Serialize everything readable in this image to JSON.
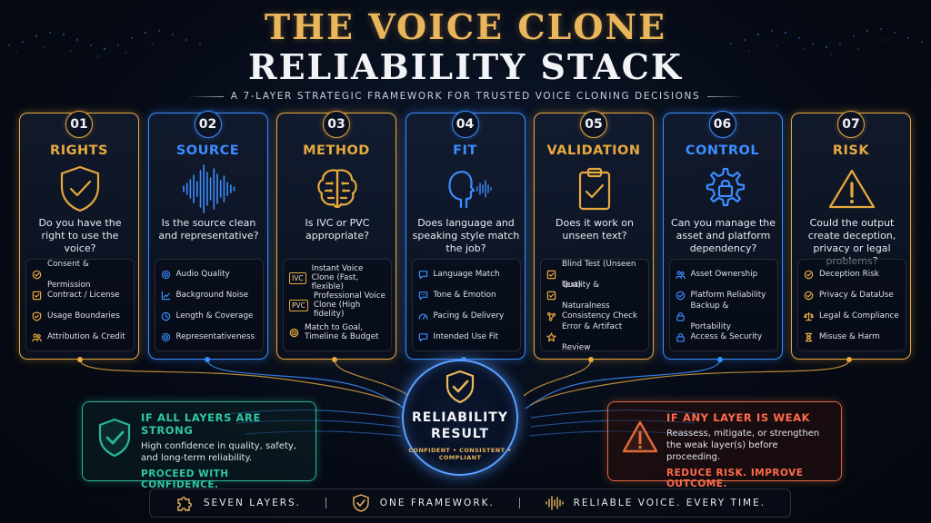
{
  "header": {
    "title_line1": "THE VOICE CLONE",
    "title_line2": "RELIABILITY STACK",
    "subtitle": "A 7-LAYER STRATEGIC FRAMEWORK FOR TRUSTED VOICE CLONING DECISIONS"
  },
  "layers": [
    {
      "num": "01",
      "title": "RIGHTS",
      "color": "#e7a93e",
      "icon": "shield-check-icon",
      "question": "Do you have the right to use the voice?",
      "items": [
        {
          "icon": "badge-check-icon",
          "label": "Consent & Permission"
        },
        {
          "icon": "checkbox-icon",
          "label": "Contract / License"
        },
        {
          "icon": "shield-check-icon",
          "label": "Usage Boundaries"
        },
        {
          "icon": "people-icon",
          "label": "Attribution & Credit"
        }
      ]
    },
    {
      "num": "02",
      "title": "SOURCE",
      "color": "#3c8dff",
      "icon": "waveform-icon",
      "question": "Is the source clean and representative?",
      "items": [
        {
          "icon": "gear-icon",
          "label": "Audio Quality"
        },
        {
          "icon": "chart-icon",
          "label": "Background Noise"
        },
        {
          "icon": "clock-icon",
          "label": "Length & Coverage"
        },
        {
          "icon": "gear-icon",
          "label": "Representativeness"
        }
      ]
    },
    {
      "num": "03",
      "title": "METHOD",
      "color": "#e7a93e",
      "icon": "brain-icon",
      "question": "Is IVC or PVC appropriate?",
      "items": [
        {
          "tag": "IVC",
          "label": "Instant Voice Clone (Fast, flexible)"
        },
        {
          "tag": "PVC",
          "label": "Professional Voice Clone (High fidelity)"
        },
        {
          "icon": "target-icon",
          "label": "Match to Goal, Timeline & Budget"
        }
      ]
    },
    {
      "num": "04",
      "title": "FIT",
      "color": "#3c8dff",
      "icon": "speaking-head-icon",
      "question": "Does language and speaking style match the job?",
      "items": [
        {
          "icon": "chat-icon",
          "label": "Language Match"
        },
        {
          "icon": "dots-icon",
          "label": "Tone & Emotion"
        },
        {
          "icon": "speedometer-icon",
          "label": "Pacing & Delivery"
        },
        {
          "icon": "chat-icon",
          "label": "Intended Use Fit"
        }
      ]
    },
    {
      "num": "05",
      "title": "VALIDATION",
      "color": "#e7a93e",
      "icon": "clipboard-check-icon",
      "question": "Does it work on unseen text?",
      "items": [
        {
          "icon": "checkbox-icon",
          "label": "Blind Test (Unseen Text)"
        },
        {
          "icon": "checkbox-icon",
          "label": "Quality & Naturalness"
        },
        {
          "icon": "nodes-icon",
          "label": "Consistency Check"
        },
        {
          "icon": "star-icon",
          "label": "Error & Artifact Review"
        }
      ]
    },
    {
      "num": "06",
      "title": "CONTROL",
      "color": "#3c8dff",
      "icon": "gear-lock-icon",
      "question": "Can you manage the asset and platform dependency?",
      "items": [
        {
          "icon": "people-icon",
          "label": "Asset Ownership"
        },
        {
          "icon": "badge-check-icon",
          "label": "Platform Reliability"
        },
        {
          "icon": "lock-icon",
          "label": "Backup & Portability"
        },
        {
          "icon": "lock-icon",
          "label": "Access & Security"
        }
      ]
    },
    {
      "num": "07",
      "title": "RISK",
      "color": "#e7a93e",
      "icon": "warning-icon",
      "question": "Could the output create deception, privacy or legal problems?",
      "items": [
        {
          "icon": "badge-check-icon",
          "label": "Deception Risk"
        },
        {
          "icon": "badge-check-icon",
          "label": "Privacy & DataUse"
        },
        {
          "icon": "scales-icon",
          "label": "Legal & Compliance"
        },
        {
          "icon": "hourglass-icon",
          "label": "Misuse & Harm"
        }
      ]
    }
  ],
  "result": {
    "line1": "RELIABILITY",
    "line2": "RESULT",
    "sub": "CONFIDENT • CONSISTENT • COMPLIANT"
  },
  "strong": {
    "title": "IF ALL LAYERS ARE STRONG",
    "body": "High confidence in quality, safety, and long-term reliability.",
    "cta": "PROCEED WITH CONFIDENCE.",
    "color": "#2bb59a"
  },
  "weak": {
    "title": "IF ANY LAYER IS WEAK",
    "body": "Reassess, mitigate, or strengthen the weak layer(s) before proceeding.",
    "cta": "REDUCE RISK. IMPROVE OUTCOME.",
    "color": "#e06a3c"
  },
  "footer": {
    "item1": "SEVEN LAYERS.",
    "item2": "ONE FRAMEWORK.",
    "item3": "RELIABLE VOICE. EVERY TIME."
  }
}
